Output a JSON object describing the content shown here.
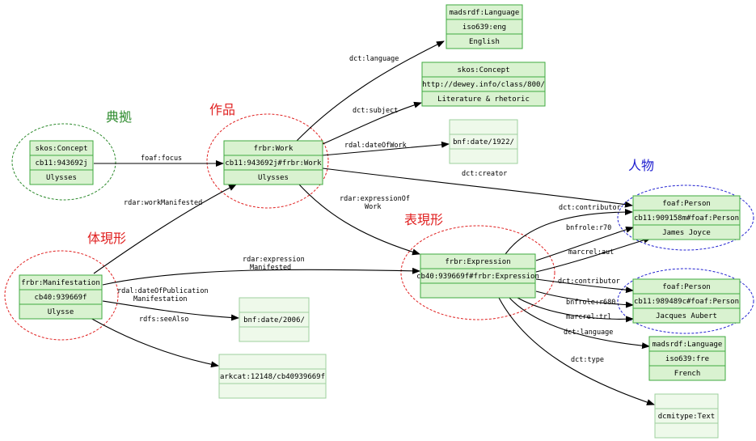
{
  "colors": {
    "node_fill": "#d9f2d0",
    "node_border": "#3faa3f",
    "node_fill_pale": "#eef9ea",
    "group_green": "#2e8b2e",
    "group_red": "#e02020",
    "group_blue": "#2020d0"
  },
  "groups": {
    "tenkyo": {
      "label": "典拠",
      "color": "#2e8b2e"
    },
    "sakuhin": {
      "label": "作品",
      "color": "#e02020"
    },
    "jinbutsu": {
      "label": "人物",
      "color": "#2020d0"
    },
    "taigen": {
      "label": "体現形",
      "color": "#e02020"
    },
    "hyogen": {
      "label": "表現形",
      "color": "#e02020"
    }
  },
  "nodes": {
    "language_eng": {
      "rows": [
        "madsrdf:Language",
        "iso639:eng",
        "English"
      ]
    },
    "concept_800": {
      "rows": [
        "skos:Concept",
        "http://dewey.info/class/800/",
        "Literature & rhetoric"
      ]
    },
    "date_1922": {
      "rows": [
        "bnf:date/1922/"
      ]
    },
    "concept_ulysses": {
      "rows": [
        "skos:Concept",
        "cb11:943692j",
        "Ulysses"
      ]
    },
    "work": {
      "rows": [
        "frbr:Work",
        "cb11:943692j#frbr:Work",
        "Ulysses"
      ]
    },
    "person_joyce": {
      "rows": [
        "foaf:Person",
        "cb11:909158m#foaf:Person",
        "James Joyce"
      ]
    },
    "manifestation": {
      "rows": [
        "frbr:Manifestation",
        "cb40:939669f",
        "Ulysse"
      ]
    },
    "expression": {
      "rows": [
        "frbr:Expression",
        "cb40:939669f#frbr:Expression",
        ""
      ]
    },
    "person_aubert": {
      "rows": [
        "foaf:Person",
        "cb11:989489c#foaf:Person",
        "Jacques Aubert"
      ]
    },
    "date_2006": {
      "rows": [
        "bnf:date/2006/"
      ]
    },
    "language_fre": {
      "rows": [
        "madsrdf:Language",
        "iso639:fre",
        "French"
      ]
    },
    "arkcat": {
      "rows": [
        "arkcat:12148/cb40939669f"
      ]
    },
    "dcmitype_text": {
      "rows": [
        "dcmitype:Text"
      ]
    }
  },
  "edges": {
    "focus": [
      "foaf:focus"
    ],
    "language_work": [
      "dct:language"
    ],
    "subject": [
      "dct:subject"
    ],
    "date_of_work": [
      "rdal:dateOfWork"
    ],
    "creator": [
      "dct:creator"
    ],
    "work_manifested": [
      "rdar:workManifested"
    ],
    "expression_of_work": [
      "rdar:expressionOf",
      "Work"
    ],
    "expression_manifested": [
      "rdar:expression",
      "Manifested"
    ],
    "date_of_publication": [
      "rdal:dateOfPublication",
      "Manifestation"
    ],
    "see_also": [
      "rdfs:seeAlso"
    ],
    "contributor_joyce": [
      "dct:contributor"
    ],
    "role_r70": [
      "bnfrole:r70"
    ],
    "marcrel_aut": [
      "marcrel:aut"
    ],
    "contributor_aubert": [
      "dct:contributor"
    ],
    "role_r680": [
      "bnfrole:r680"
    ],
    "marcrel_trl": [
      "marcrel:trl"
    ],
    "language_expr": [
      "dct:language"
    ],
    "type": [
      "dct:type"
    ]
  }
}
